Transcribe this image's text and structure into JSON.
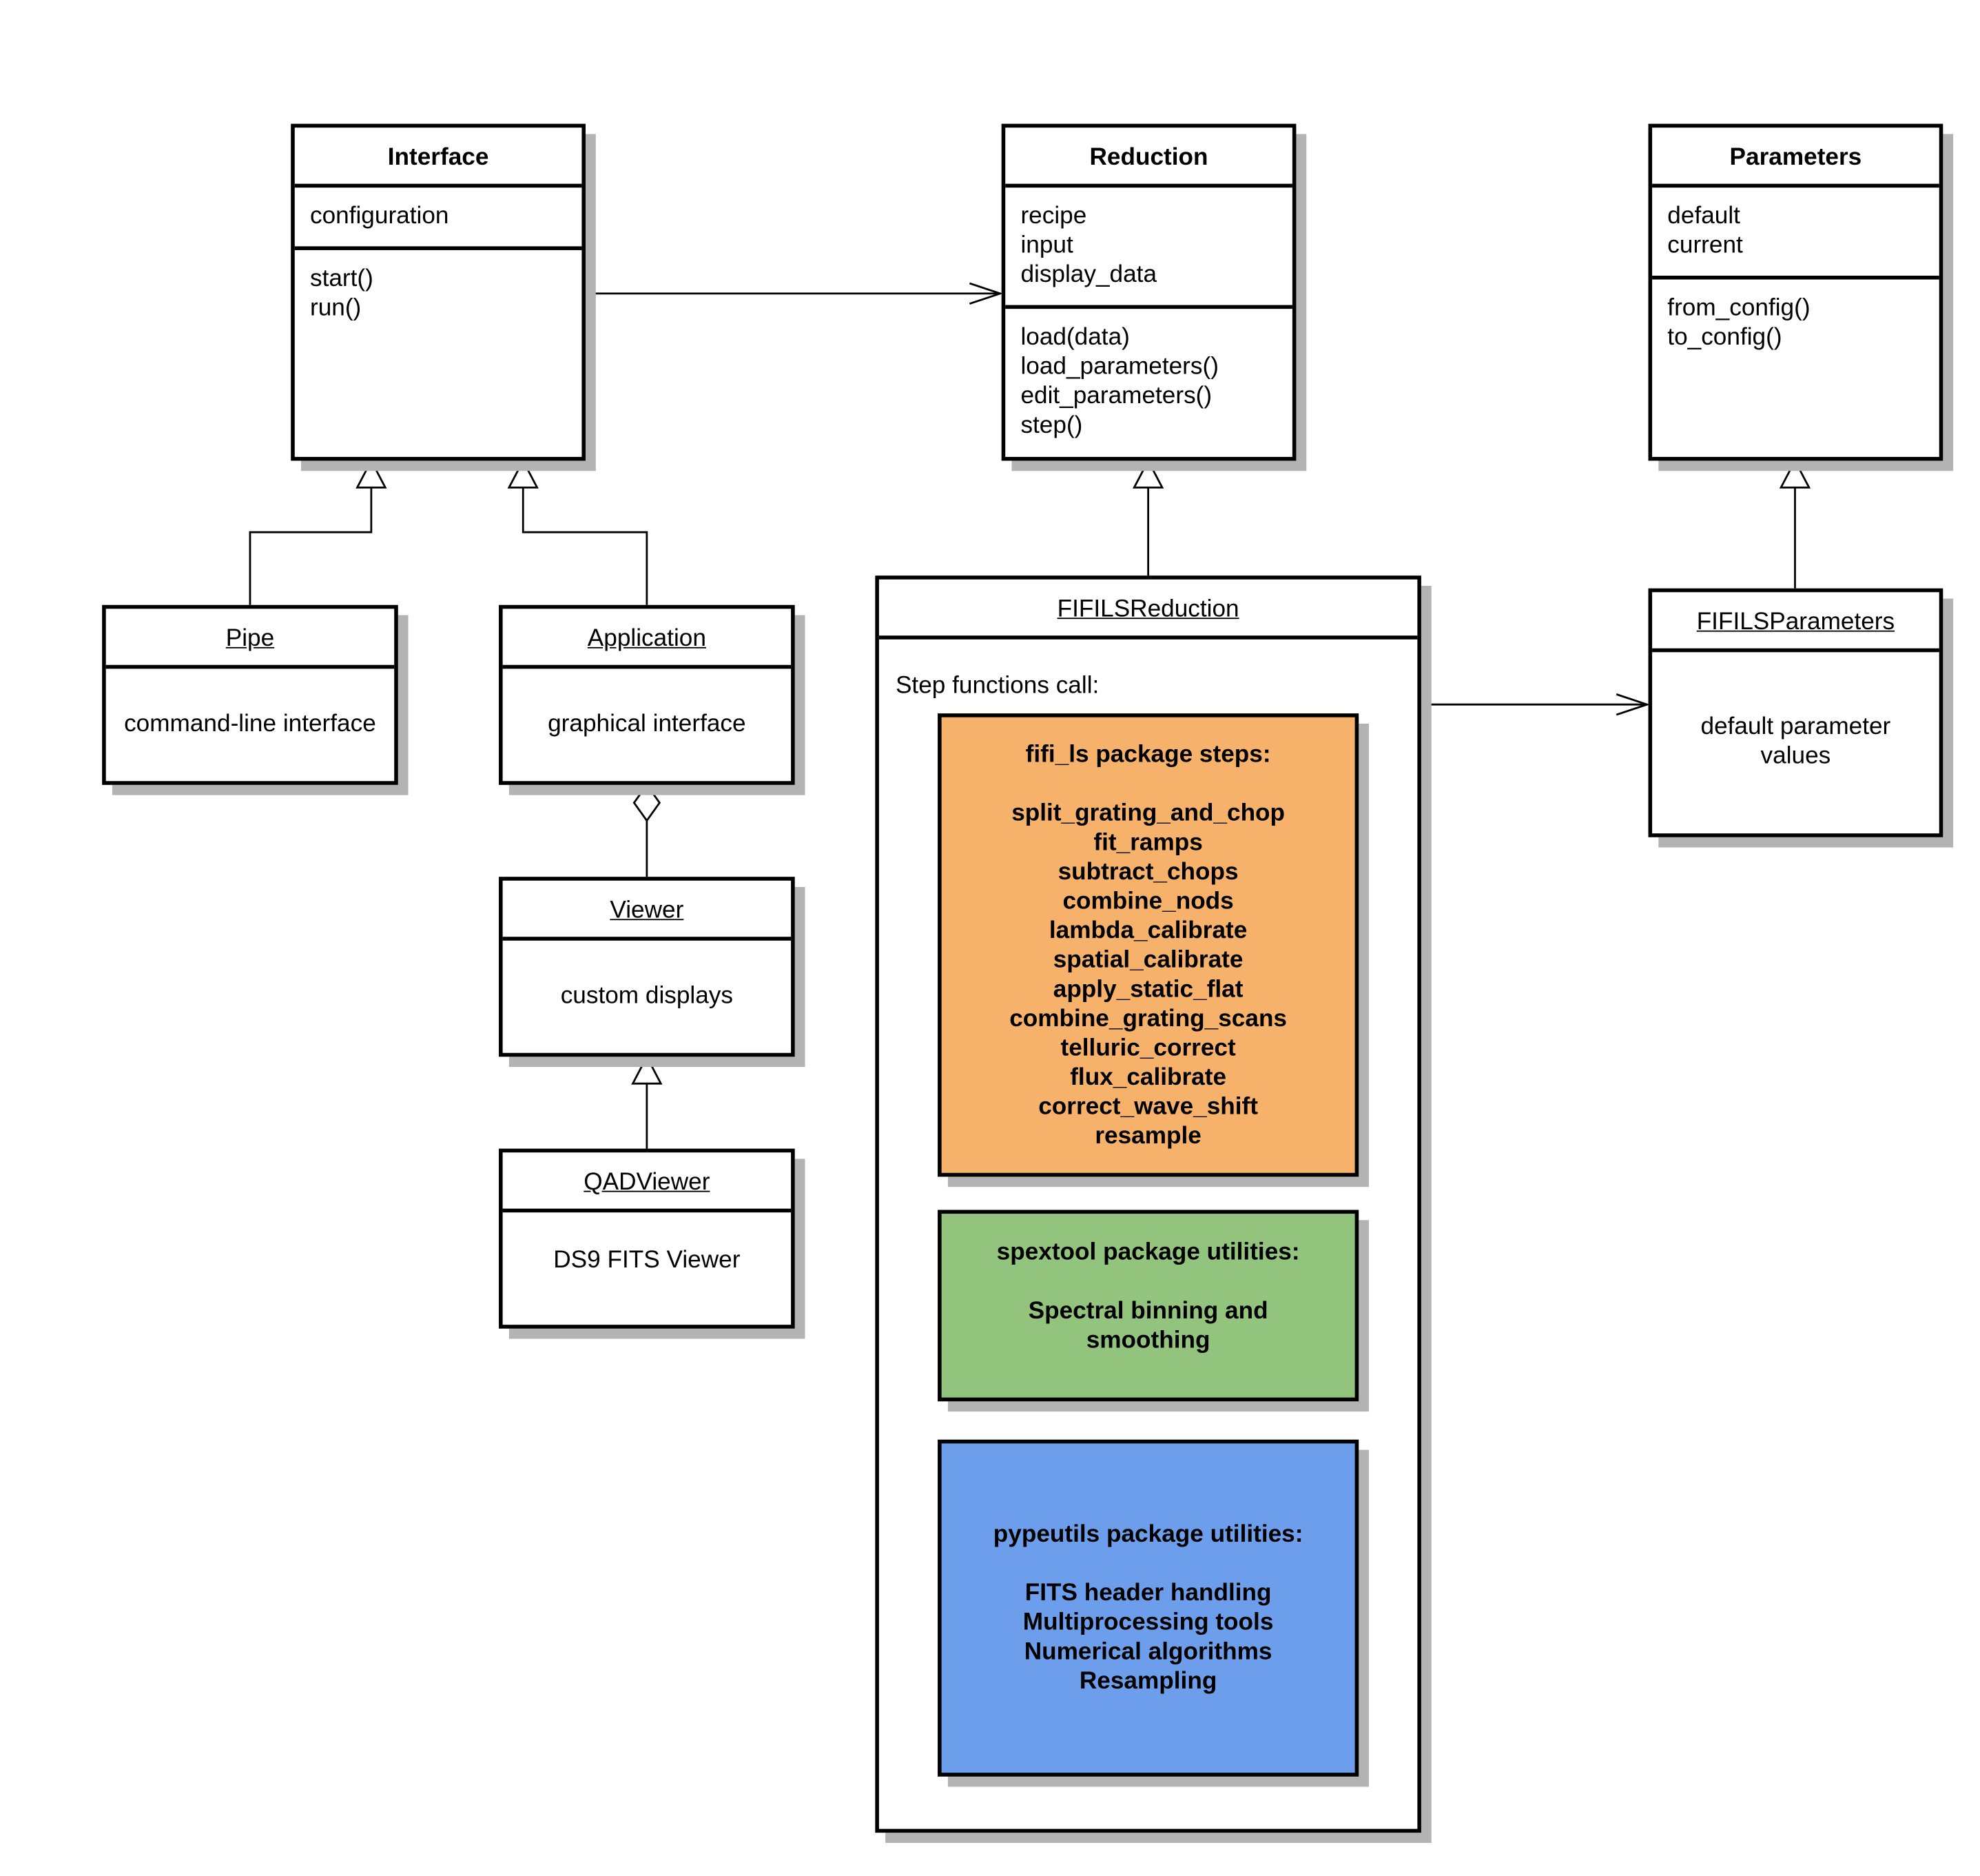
{
  "colors": {
    "fifi_ls": "#f6b26b",
    "spextool": "#93c47d",
    "pypeutils": "#6d9eeb",
    "shadow": "#b3b3b3"
  },
  "interface": {
    "title": "Interface",
    "attributes": [
      "configuration"
    ],
    "methods": [
      "start()",
      "run()"
    ]
  },
  "reduction": {
    "title": "Reduction",
    "attributes": [
      "recipe",
      "input",
      "display_data"
    ],
    "methods": [
      "load(data)",
      "load_parameters()",
      "edit_parameters()",
      "step()"
    ]
  },
  "parameters": {
    "title": "Parameters",
    "attributes": [
      "default",
      "current"
    ],
    "methods": [
      "from_config()",
      "to_config()"
    ]
  },
  "pipe": {
    "title": "Pipe",
    "body": "command-line interface"
  },
  "application": {
    "title": "Application",
    "body": "graphical interface"
  },
  "viewer": {
    "title": "Viewer",
    "body": "custom displays"
  },
  "qadviewer": {
    "title": "QADViewer",
    "body": "DS9 FITS Viewer"
  },
  "fifils_reduction": {
    "title": "FIFILSReduction",
    "intro": "Step functions call:",
    "fifi_ls": {
      "heading": "fifi_ls package steps:",
      "items": [
        "split_grating_and_chop",
        "fit_ramps",
        "subtract_chops",
        "combine_nods",
        "lambda_calibrate",
        "spatial_calibrate",
        "apply_static_flat",
        "combine_grating_scans",
        "telluric_correct",
        "flux_calibrate",
        "correct_wave_shift",
        "resample"
      ]
    },
    "spextool": {
      "heading": "spextool package utilities:",
      "items": [
        "Spectral binning and",
        "smoothing"
      ]
    },
    "pypeutils": {
      "heading": "pypeutils package utilities:",
      "items": [
        "FITS header handling",
        "Multiprocessing tools",
        "Numerical algorithms",
        "Resampling"
      ]
    }
  },
  "fifils_parameters": {
    "title": "FIFILSParameters",
    "body": [
      "default parameter",
      "values"
    ]
  }
}
